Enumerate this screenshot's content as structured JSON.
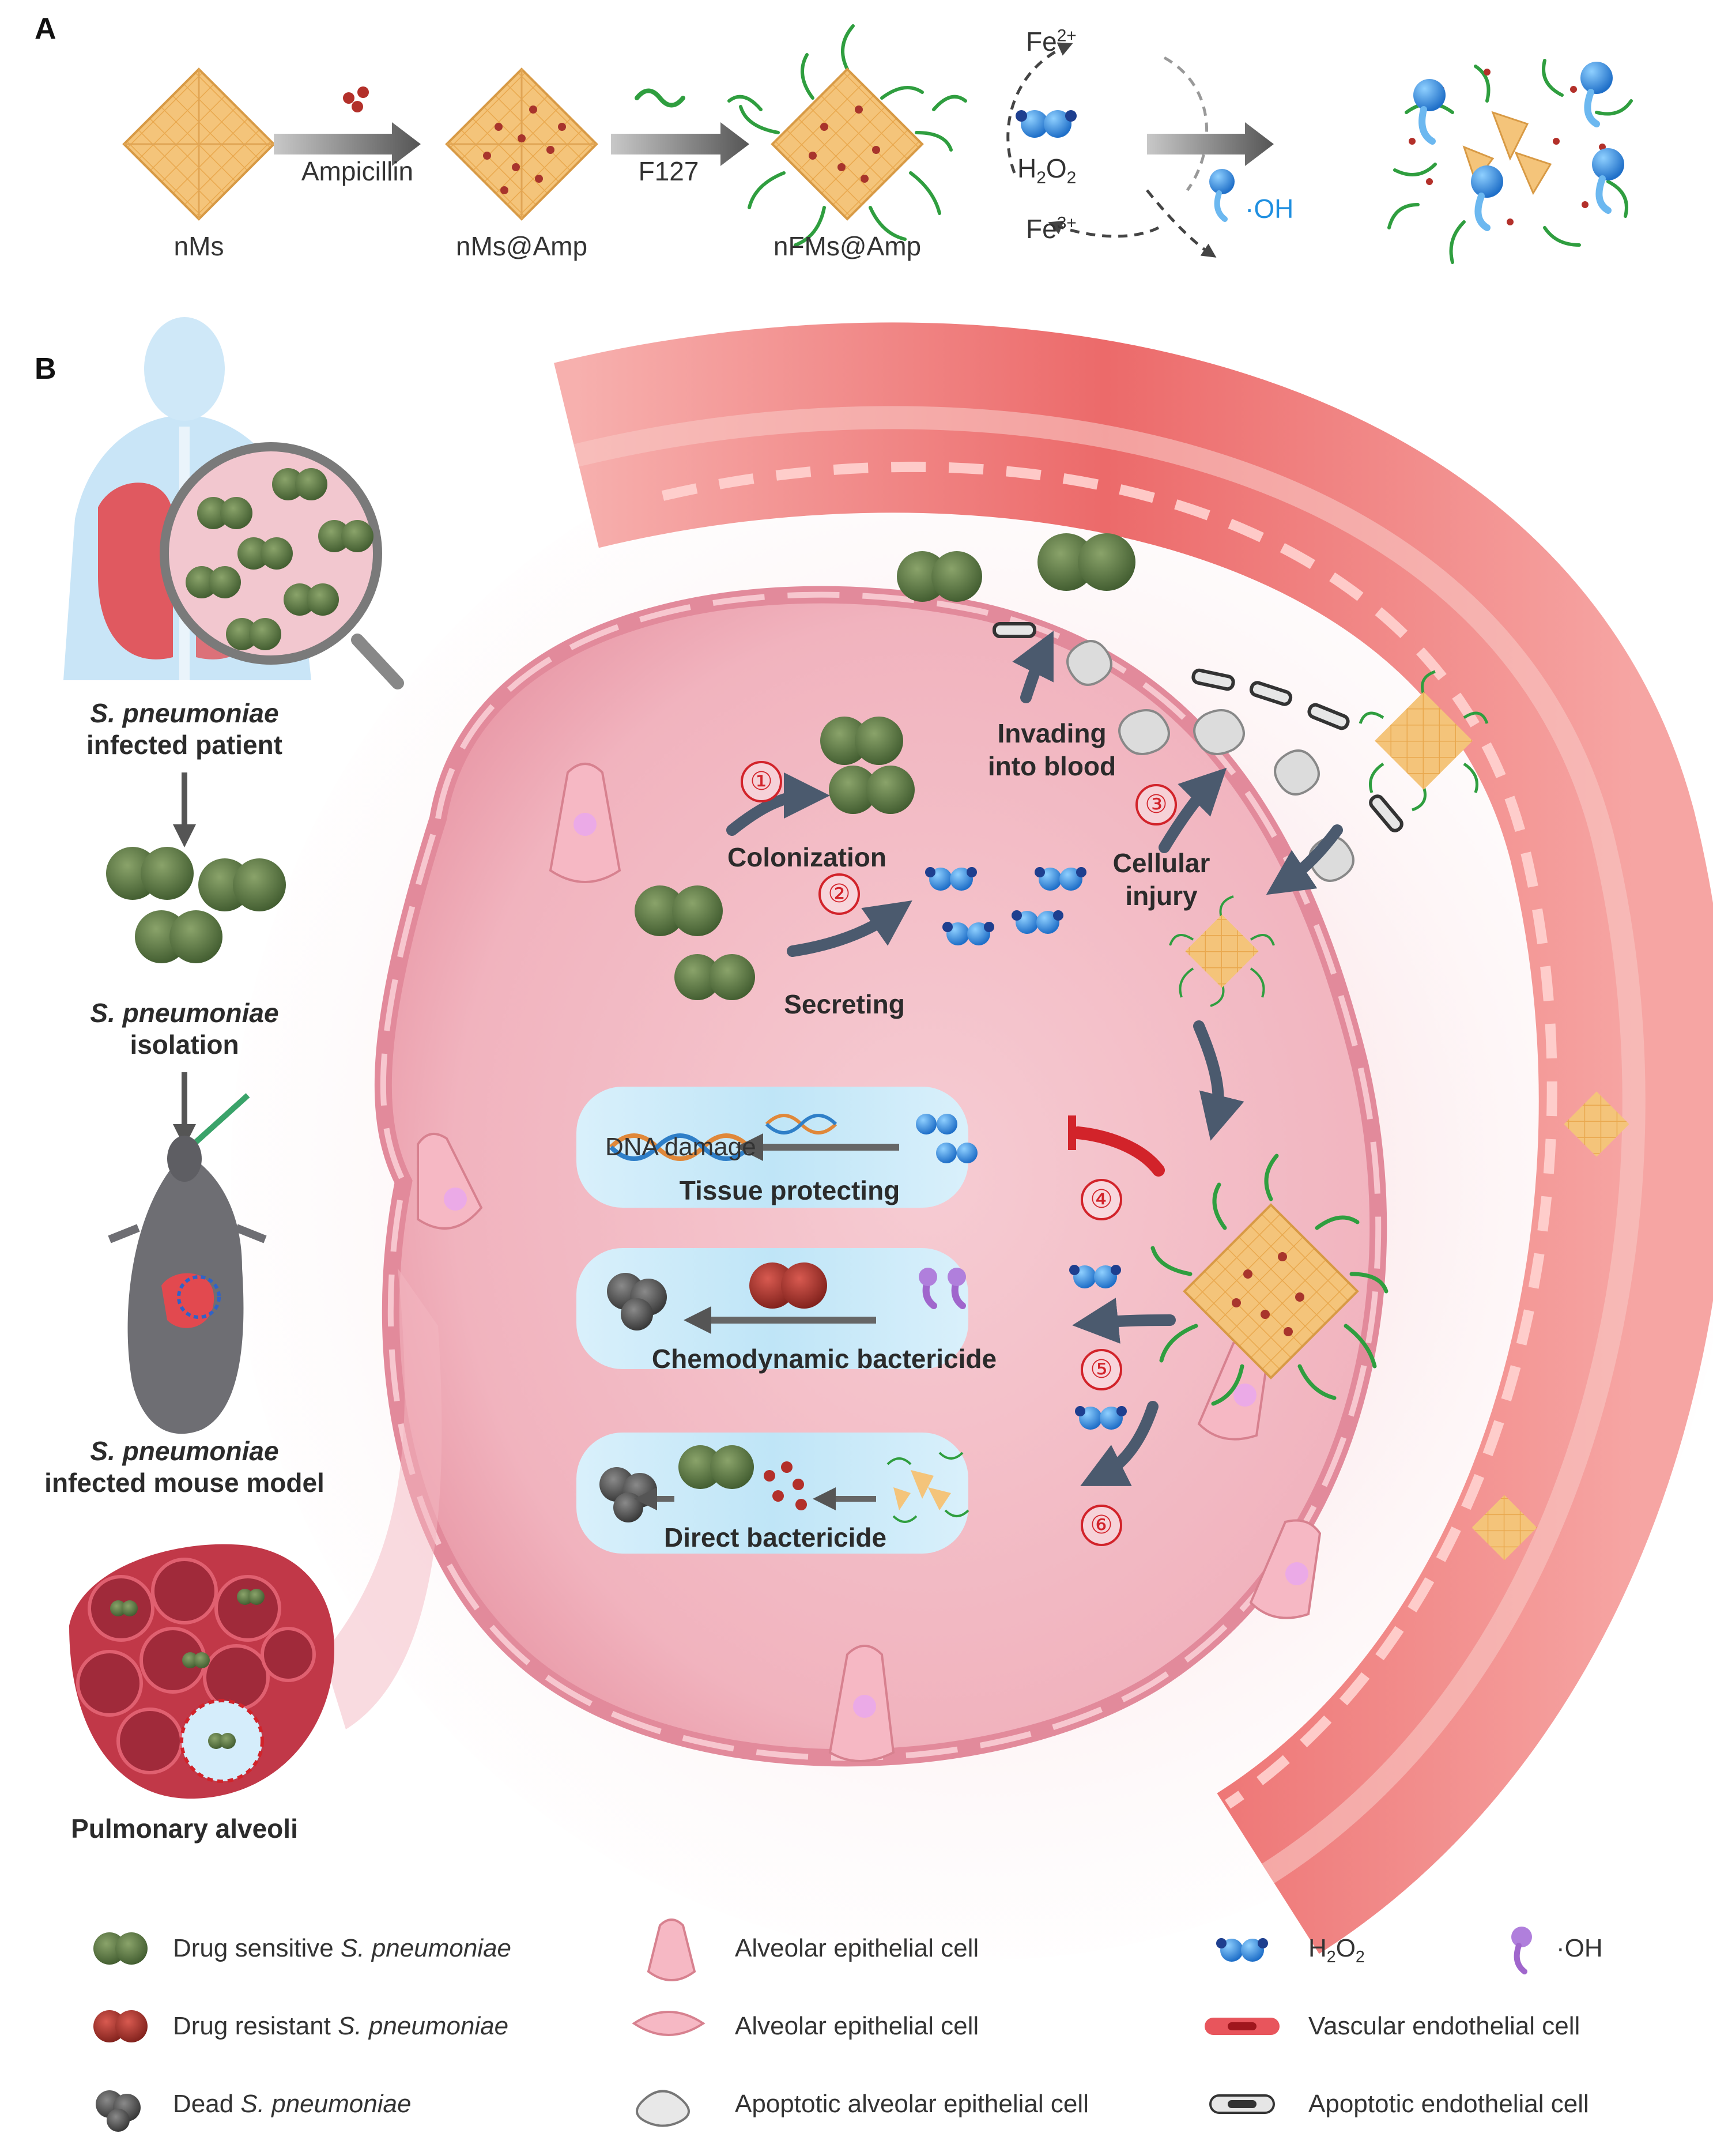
{
  "panels": {
    "a": "A",
    "b": "B"
  },
  "synthesis": {
    "nms": "nMs",
    "ampicillin": "Ampicillin",
    "nms_amp": "nMs@Amp",
    "f127": "F127",
    "nfms_amp": "nFMs@Amp",
    "fe2": "Fe",
    "fe2_sup": "2+",
    "fe3": "Fe",
    "fe3_sup": "3+",
    "h2o2_main": "H",
    "h2o2_sub": "2",
    "h2o2_mid": "O",
    "h2o2_sub2": "2",
    "oh": "·OH"
  },
  "workflow": {
    "patient_species": "S. pneumoniae",
    "patient_label": "infected patient",
    "isolation_species": "S. pneumoniae",
    "isolation_label": "isolation",
    "mouse_species": "S. pneumoniae",
    "mouse_label": "infected mouse model",
    "alveoli_label": "Pulmonary alveoli"
  },
  "mechanism": {
    "colonization": "Colonization",
    "secreting": "Secreting",
    "invading_1": "Invading",
    "invading_2": "into blood",
    "cellular_1": "Cellular",
    "cellular_2": "injury",
    "steps": [
      "①",
      "②",
      "③",
      "④",
      "⑤",
      "⑥"
    ],
    "dna_damage": "DNA damage",
    "tissue_protecting": "Tissue protecting",
    "chemodynamic": "Chemodynamic bactericide",
    "direct": "Direct bactericide"
  },
  "legend": {
    "sensitive_pre": "Drug sensitive ",
    "sensitive_em": "S. pneumoniae",
    "resistant_pre": "Drug resistant ",
    "resistant_em": "S. pneumoniae",
    "dead_pre": "Dead ",
    "dead_em": "S. pneumoniae",
    "epithelial_1": "Alveolar epithelial cell",
    "epithelial_2": "Alveolar epithelial cell",
    "apoptotic_epithelial": "Apoptotic alveolar epithelial cell",
    "h2o2_h": "H",
    "h2o2_s1": "2",
    "h2o2_o": "O",
    "h2o2_s2": "2",
    "oh": "·OH",
    "vascular": "Vascular endothelial cell",
    "apoptotic_endothelial": "Apoptotic endothelial cell"
  },
  "colors": {
    "vessel": "#e8555c",
    "vessel_light": "#f4a3a3",
    "alveolus": "#f2b5bf",
    "bacteria": "#5f7a44",
    "resistant": "#b03a32",
    "h2o2": "#2f8fe0",
    "oh": "#a066cc",
    "nanoparticle": "#f2c680",
    "polymer": "#2f9e3f",
    "step_red": "#d2232a"
  }
}
